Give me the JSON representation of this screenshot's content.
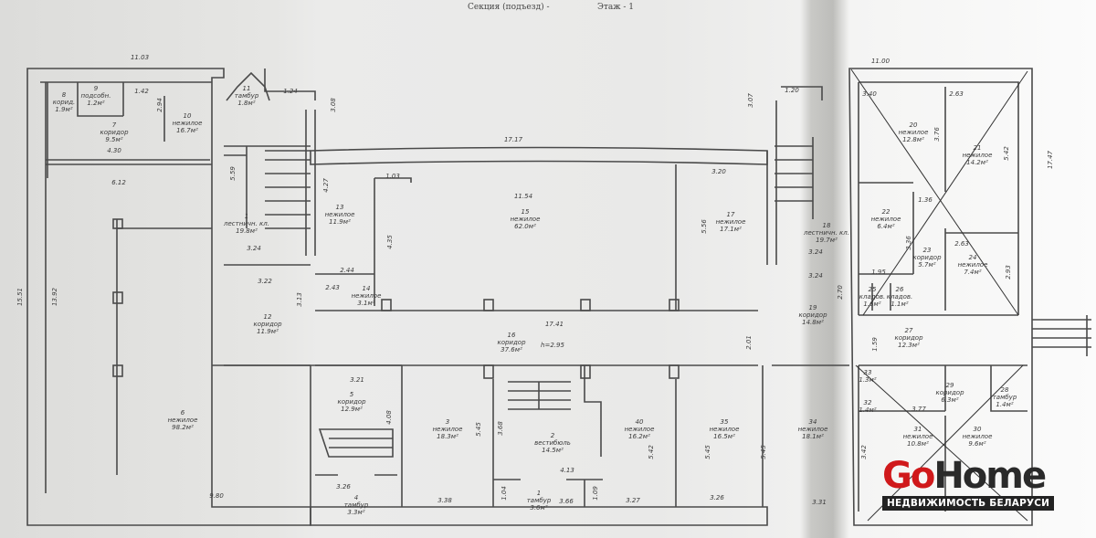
{
  "header": {
    "section": "Секция (подъезд) -",
    "floor": "Этаж - 1"
  },
  "rooms": [
    {
      "num": "1",
      "type": "лестничн. кл.",
      "area": "19.8м²"
    },
    {
      "num": "10",
      "type": "нежилое",
      "area": "16.7м²"
    },
    {
      "num": "9",
      "type": "подсобн.",
      "area": "1.2м²"
    },
    {
      "num": "8",
      "type": "корид.",
      "area": "1.9м²"
    },
    {
      "num": "7",
      "type": "коридор",
      "area": "9.5м²"
    },
    {
      "num": "11",
      "type": "тамбур",
      "area": "1.8м²"
    },
    {
      "num": "13",
      "type": "нежилое",
      "area": "11.9м²"
    },
    {
      "num": "15",
      "type": "нежилое",
      "area": "62.0м²"
    },
    {
      "num": "17",
      "type": "нежилое",
      "area": "17.1м²"
    },
    {
      "num": "18",
      "type": "лестничн. кл.",
      "area": "19.7м²"
    },
    {
      "num": "14",
      "type": "нежилое",
      "area": "3.1м²"
    },
    {
      "num": "12",
      "type": "коридор",
      "area": "11.9м²"
    },
    {
      "num": "16",
      "type": "коридор",
      "area": "37.6м²"
    },
    {
      "num": "19",
      "type": "коридор",
      "area": "14.8м²"
    },
    {
      "num": "20",
      "type": "нежилое",
      "area": "12.8м²"
    },
    {
      "num": "21",
      "type": "нежилое",
      "area": "14.2м²"
    },
    {
      "num": "22",
      "type": "нежилое",
      "area": "6.4м²"
    },
    {
      "num": "23",
      "type": "коридор",
      "area": "5.7м²"
    },
    {
      "num": "24",
      "type": "нежилое",
      "area": "7.4м²"
    },
    {
      "num": "25",
      "type": "кладов.",
      "area": "1.6м²"
    },
    {
      "num": "26",
      "type": "кладов.",
      "area": "1.1м²"
    },
    {
      "num": "27",
      "type": "коридор",
      "area": "12.3м²"
    },
    {
      "num": "6",
      "type": "нежилое",
      "area": "98.2м²"
    },
    {
      "num": "5",
      "type": "коридор",
      "area": "12.9м²"
    },
    {
      "num": "4",
      "type": "тамбур",
      "area": "3.3м²"
    },
    {
      "num": "3",
      "type": "нежилое",
      "area": "18.3м²"
    },
    {
      "num": "2",
      "type": "вестибюль",
      "area": "14.5м²"
    },
    {
      "num": "1",
      "type": "тамбур",
      "area": "3.6м²"
    },
    {
      "num": "40",
      "type": "нежилое",
      "area": "16.2м²"
    },
    {
      "num": "35",
      "type": "нежилое",
      "area": "16.5м²"
    },
    {
      "num": "34",
      "type": "нежилое",
      "area": "18.1м²"
    },
    {
      "num": "29",
      "type": "коридор",
      "area": "6.3м²"
    },
    {
      "num": "28",
      "type": "тамбур",
      "area": "1.4м²"
    },
    {
      "num": "32",
      "type": "",
      "area": "1.4м²"
    },
    {
      "num": "33",
      "type": "",
      "area": "1.3м²"
    },
    {
      "num": "31",
      "type": "нежилое",
      "area": "10.8м²"
    },
    {
      "num": "30",
      "type": "нежилое",
      "area": "9.6м²"
    }
  ],
  "ceiling_height": "h=2.95",
  "dimensions": [
    "11.03",
    "17.17",
    "11.00",
    "17.47",
    "15.51",
    "13.92",
    "4.30",
    "6.12",
    "1.42",
    "2.94",
    "5.59",
    "3.24",
    "3.22",
    "3.13",
    "4.27",
    "3.08",
    "1.24",
    "1.03",
    "11.54",
    "4.35",
    "2.44",
    "2.43",
    "3.20",
    "5.56",
    "3.07",
    "1.20",
    "17.41",
    "2.01",
    "3.24",
    "3.24",
    "3.40",
    "2.63",
    "3.76",
    "5.42",
    "1.36",
    "3.36",
    "2.63",
    "2.93",
    "1.95",
    "2.70",
    "1.59",
    "3.21",
    "4.08",
    "3.26",
    "9.80",
    "5.45",
    "3.68",
    "4.13",
    "3.38",
    "1.04",
    "3.66",
    "1.09",
    "3.27",
    "5.42",
    "5.45",
    "3.26",
    "5.45",
    "3.31",
    "3.77",
    "3.42"
  ],
  "watermark": {
    "brand_go": "Go",
    "brand_home": "Home",
    "tagline": "НЕДВИЖИМОСТЬ БЕЛАРУСИ"
  },
  "colors": {
    "wall": "#4a4a4a",
    "brand_red": "#d0191b",
    "brand_dark": "#222222"
  }
}
